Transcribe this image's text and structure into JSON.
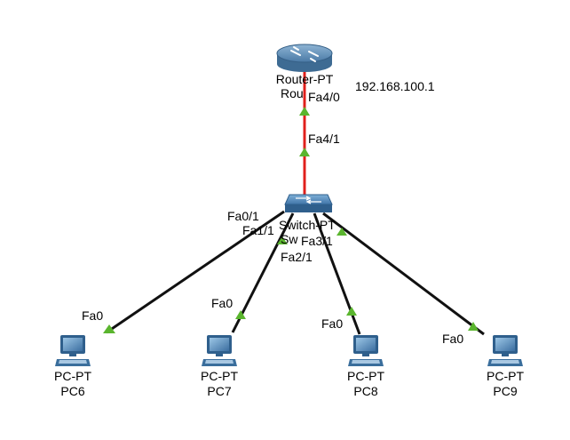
{
  "router": {
    "model": "Router-PT",
    "name": "Rou",
    "ip": "192.168.100.1",
    "port_down": "Fa4/0"
  },
  "switch": {
    "model": "Switch-PT",
    "name": "Sw",
    "port_up": "Fa4/1",
    "ports": [
      "Fa0/1",
      "Fa1/1",
      "Fa2/1",
      "Fa3/1"
    ]
  },
  "pcs": [
    {
      "model": "PC-PT",
      "name": "PC6",
      "port": "Fa0"
    },
    {
      "model": "PC-PT",
      "name": "PC7",
      "port": "Fa0"
    },
    {
      "model": "PC-PT",
      "name": "PC8",
      "port": "Fa0"
    },
    {
      "model": "PC-PT",
      "name": "PC9",
      "port": "Fa0"
    }
  ],
  "colors": {
    "uplink": "#e0201c",
    "link": "#111111",
    "link_up_marker": "#5ab52e",
    "device_blue": "#3a6e9c"
  }
}
